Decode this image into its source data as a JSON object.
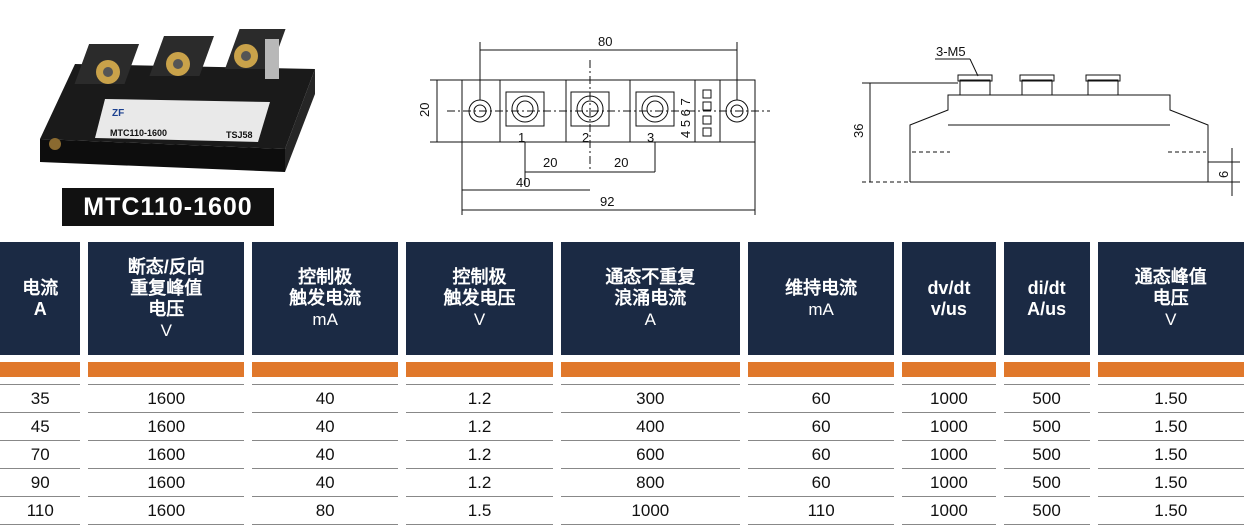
{
  "product": {
    "model_label": "MTC110-1600",
    "case_brand": "ZF",
    "case_model": "MTC110-1600",
    "case_code": "TSJ58"
  },
  "top_view": {
    "dim_overall_length": "80",
    "dim_height": "20",
    "dim_total_length": "92",
    "dim_pitch_a": "20",
    "dim_pitch_b": "20",
    "dim_offset": "40",
    "terminal_1": "1",
    "terminal_2": "2",
    "terminal_3": "3",
    "aux_labels": "4 5 6 7"
  },
  "side_view": {
    "screw_label": "3-M5",
    "dim_height": "36",
    "dim_base": "6"
  },
  "table": {
    "headers": [
      {
        "lines": [
          "电流",
          "A"
        ],
        "unit": ""
      },
      {
        "lines": [
          "断态/反向",
          "重复峰值",
          "电压"
        ],
        "unit": "V"
      },
      {
        "lines": [
          "控制极",
          "触发电流"
        ],
        "unit": "mA"
      },
      {
        "lines": [
          "控制极",
          "触发电压"
        ],
        "unit": "V"
      },
      {
        "lines": [
          "通态不重复",
          "浪涌电流"
        ],
        "unit": "A"
      },
      {
        "lines": [
          "维持电流"
        ],
        "unit": "mA"
      },
      {
        "lines": [
          "dv/dt",
          "v/us"
        ],
        "unit": ""
      },
      {
        "lines": [
          "di/dt",
          "A/us"
        ],
        "unit": ""
      },
      {
        "lines": [
          "通态峰值",
          "电压"
        ],
        "unit": "V"
      }
    ],
    "rows": [
      [
        "35",
        "1600",
        "40",
        "1.2",
        "300",
        "60",
        "1000",
        "500",
        "1.50"
      ],
      [
        "45",
        "1600",
        "40",
        "1.2",
        "400",
        "60",
        "1000",
        "500",
        "1.50"
      ],
      [
        "70",
        "1600",
        "40",
        "1.2",
        "600",
        "60",
        "1000",
        "500",
        "1.50"
      ],
      [
        "90",
        "1600",
        "40",
        "1.2",
        "800",
        "60",
        "1000",
        "500",
        "1.50"
      ],
      [
        "110",
        "1600",
        "80",
        "1.5",
        "1000",
        "110",
        "1000",
        "500",
        "1.50"
      ]
    ]
  }
}
